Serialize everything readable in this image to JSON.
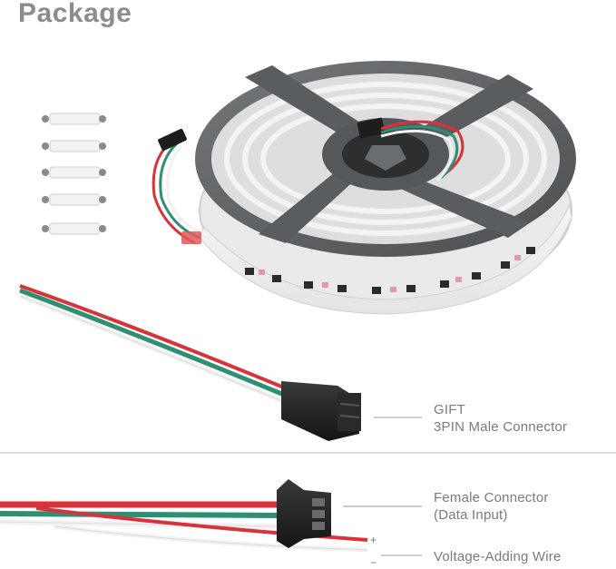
{
  "header": {
    "title": "Package"
  },
  "gift": {
    "line1": "GIFT",
    "line2": "3PIN Male Connector"
  },
  "female": {
    "line1": "Female Connector",
    "line2": "(Data Input)"
  },
  "voltage": {
    "label": "Voltage-Adding Wire",
    "plus": "+",
    "minus": "−"
  },
  "colors": {
    "title": "#8c8c8c",
    "label": "#7b7b7b",
    "wire_red": "#d8323a",
    "wire_green": "#2f8f73",
    "wire_white": "#f2f2f2",
    "connector": "#1f1f1f",
    "reel": "#5e6163"
  },
  "icons": [
    "led-strip-reel-image",
    "mounting-clip-icon",
    "male-connector-image",
    "female-connector-image"
  ]
}
